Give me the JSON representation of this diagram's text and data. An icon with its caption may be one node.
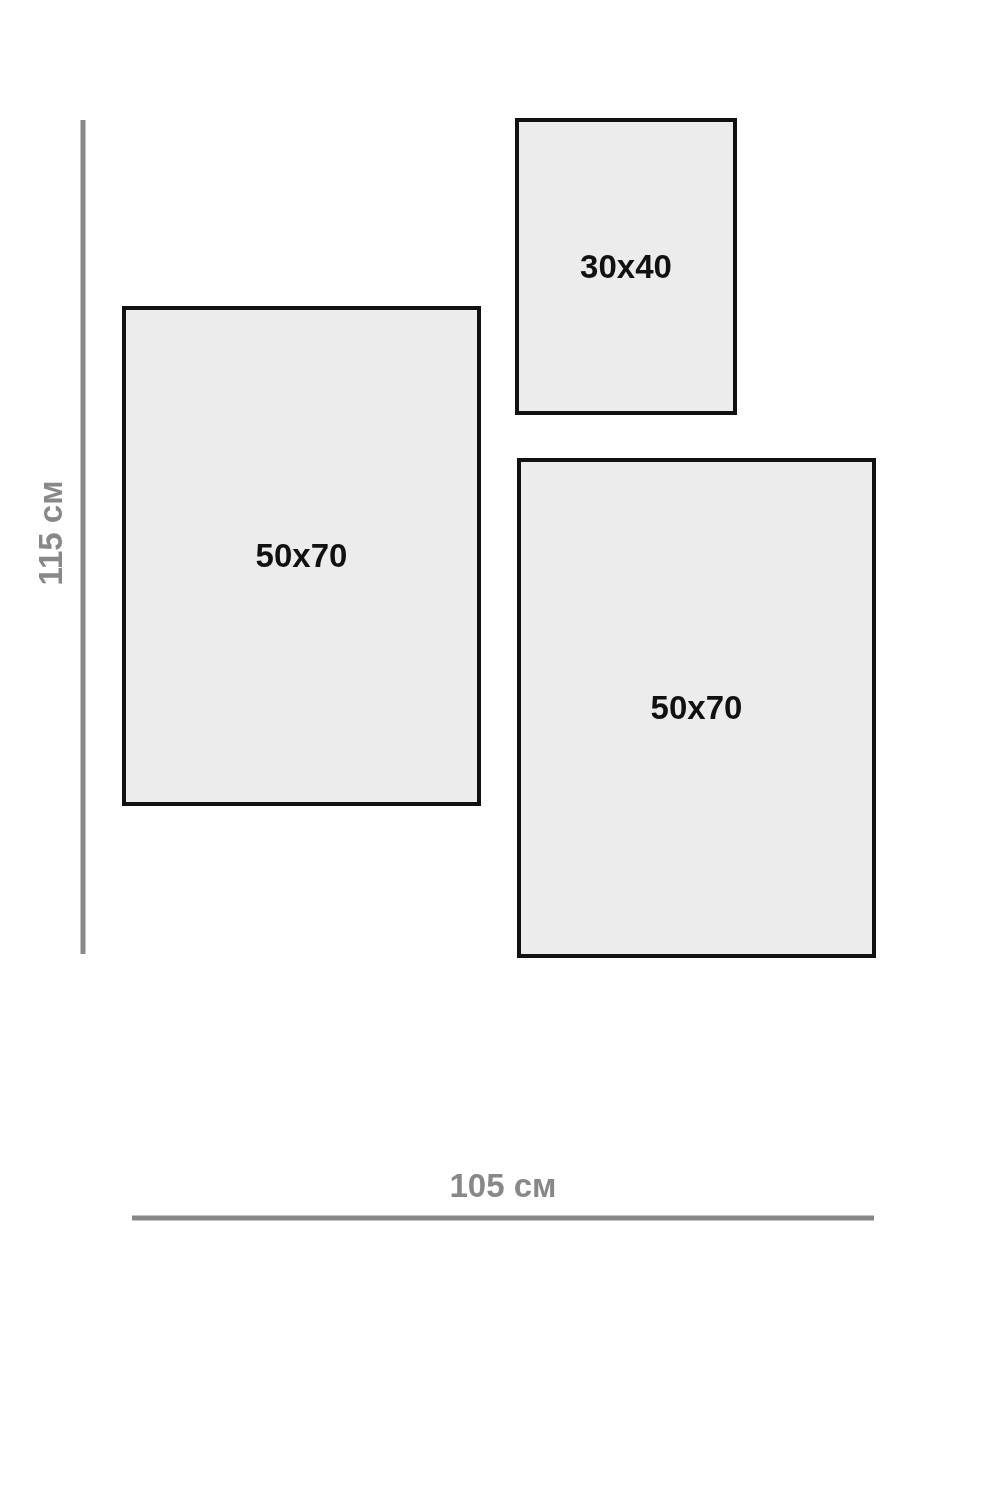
{
  "diagram": {
    "nodes": [
      {
        "text": [
          "30x40"
        ]
      },
      {
        "text": [
          "50x70"
        ]
      },
      {
        "text": [
          "50x70"
        ]
      }
    ],
    "labels": [
      "115 см",
      "105 см"
    ]
  }
}
